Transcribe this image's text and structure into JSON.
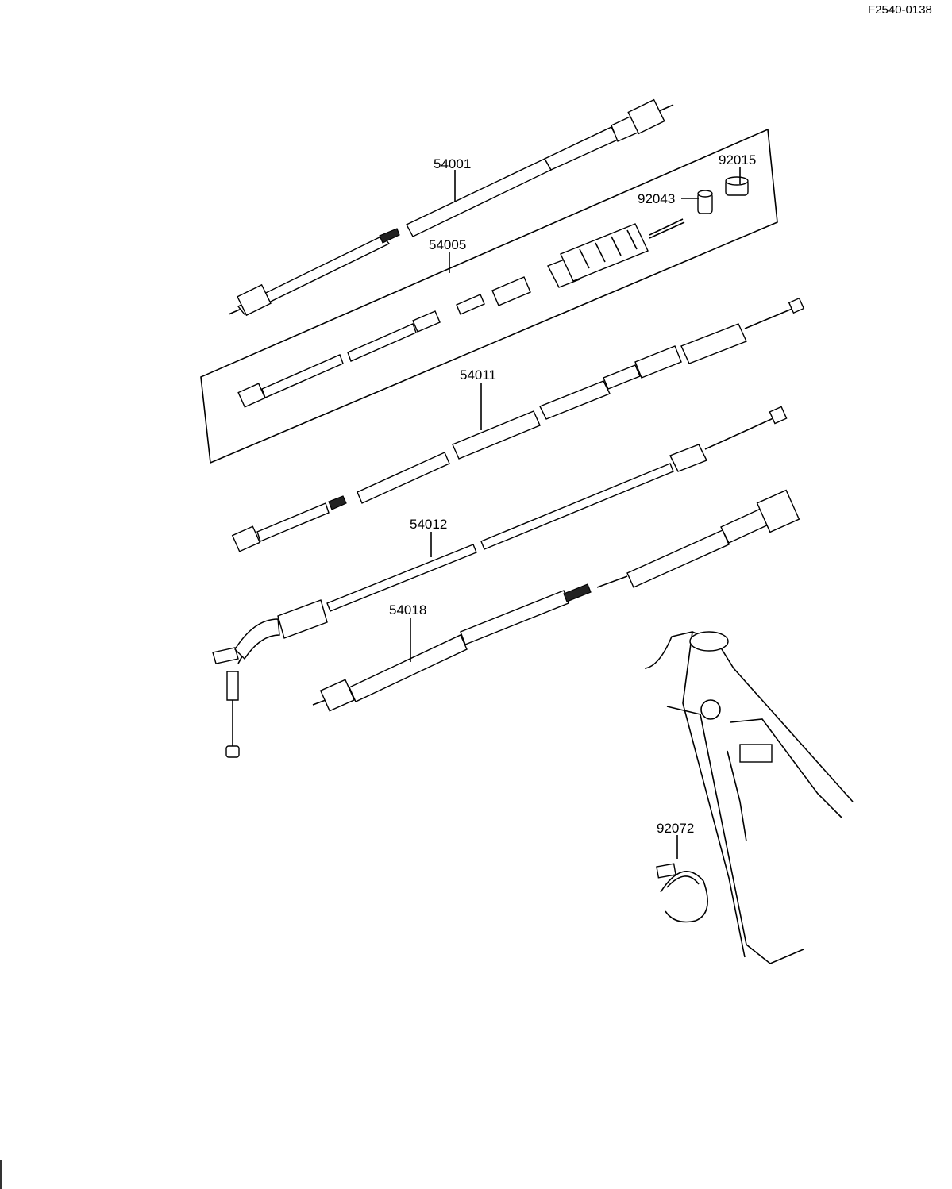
{
  "reference_code": "F2540-0138",
  "parts": [
    {
      "id": "54001",
      "name": "part-54001"
    },
    {
      "id": "92015",
      "name": "part-92015"
    },
    {
      "id": "92043",
      "name": "part-92043"
    },
    {
      "id": "54005",
      "name": "part-54005"
    },
    {
      "id": "54011",
      "name": "part-54011"
    },
    {
      "id": "54012",
      "name": "part-54012"
    },
    {
      "id": "54018",
      "name": "part-54018"
    },
    {
      "id": "92072",
      "name": "part-92072"
    }
  ]
}
